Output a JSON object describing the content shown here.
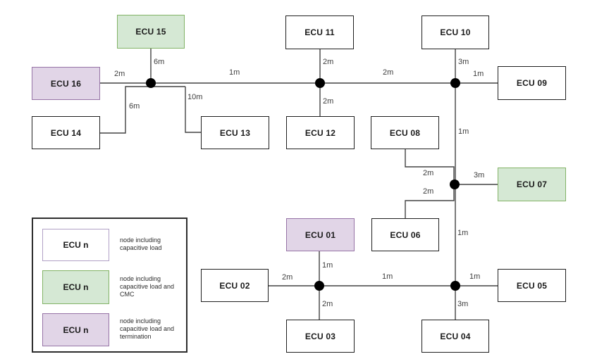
{
  "colors": {
    "plain_fill": "#ffffff",
    "plain_border": "#1f1f1f",
    "cmc_fill": "#d5e8d4",
    "cmc_border": "#82b366",
    "termination_fill": "#e1d5e7",
    "termination_border": "#9673a6",
    "legend_plain_border": "#b1a0c6",
    "wire_color": "#424242",
    "junction_color": "#000000"
  },
  "nodes": {
    "ecu01": {
      "label": "ECU 01",
      "type": "termination"
    },
    "ecu02": {
      "label": "ECU 02",
      "type": "plain"
    },
    "ecu03": {
      "label": "ECU 03",
      "type": "plain"
    },
    "ecu04": {
      "label": "ECU 04",
      "type": "plain"
    },
    "ecu05": {
      "label": "ECU 05",
      "type": "plain"
    },
    "ecu06": {
      "label": "ECU 06",
      "type": "plain"
    },
    "ecu07": {
      "label": "ECU 07",
      "type": "cmc"
    },
    "ecu08": {
      "label": "ECU 08",
      "type": "plain"
    },
    "ecu09": {
      "label": "ECU 09",
      "type": "plain"
    },
    "ecu10": {
      "label": "ECU 10",
      "type": "plain"
    },
    "ecu11": {
      "label": "ECU 11",
      "type": "plain"
    },
    "ecu12": {
      "label": "ECU 12",
      "type": "plain"
    },
    "ecu13": {
      "label": "ECU 13",
      "type": "plain"
    },
    "ecu14": {
      "label": "ECU 14",
      "type": "plain"
    },
    "ecu15": {
      "label": "ECU 15",
      "type": "cmc"
    },
    "ecu16": {
      "label": "ECU 16",
      "type": "termination"
    }
  },
  "edges": {
    "j1_ecu15": {
      "label": "6m"
    },
    "j1_ecu16": {
      "label": "2m"
    },
    "j1_j2": {
      "label": "1m"
    },
    "j1_ecu14": {
      "label": "6m"
    },
    "j1_ecu13": {
      "label": "10m"
    },
    "j2_ecu11": {
      "label": "2m"
    },
    "j2_ecu12": {
      "label": "2m"
    },
    "j2_j3": {
      "label": "2m"
    },
    "j3_ecu10": {
      "label": "3m"
    },
    "j3_ecu09": {
      "label": "1m"
    },
    "j3_j4": {
      "label": "1m"
    },
    "j4_ecu08": {
      "label": "2m"
    },
    "j4_ecu07": {
      "label": "3m"
    },
    "j4_ecu06": {
      "label": "2m"
    },
    "j4_j6": {
      "label": "1m"
    },
    "j5_ecu01": {
      "label": "1m"
    },
    "j5_ecu02": {
      "label": "2m"
    },
    "j5_j6": {
      "label": "1m"
    },
    "j5_ecu03": {
      "label": "2m"
    },
    "j6_ecu05": {
      "label": "1m"
    },
    "j6_ecu04": {
      "label": "3m"
    }
  },
  "legend": {
    "items": [
      {
        "swatch_label": "ECU n",
        "type": "plain",
        "description": "node including capacitive load"
      },
      {
        "swatch_label": "ECU n",
        "type": "cmc",
        "description": "node including capacitive load and CMC"
      },
      {
        "swatch_label": "ECU n",
        "type": "termination",
        "description": "node including capacitive load and termination"
      }
    ]
  }
}
